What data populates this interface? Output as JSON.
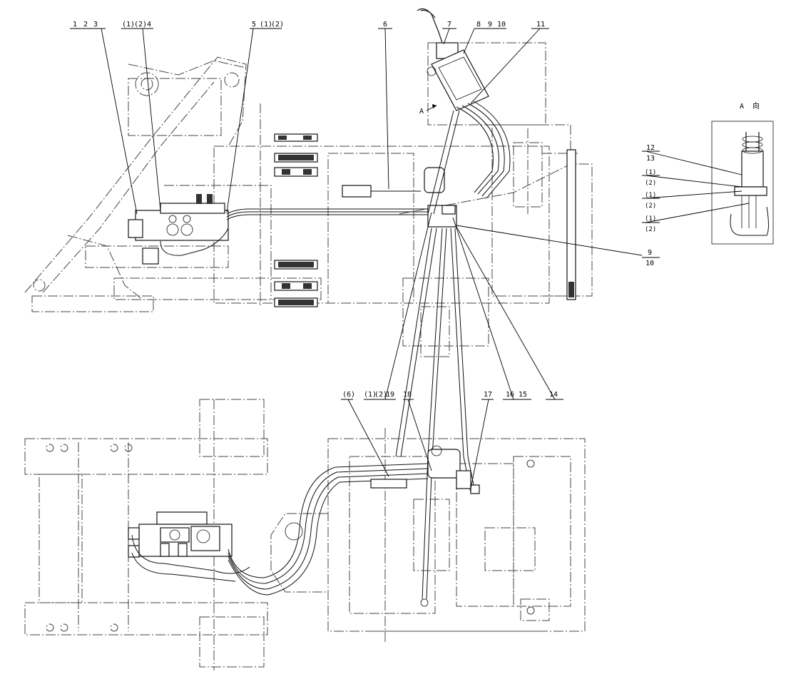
{
  "drawing": {
    "callouts_top": [
      {
        "id": "c-1",
        "text": "1"
      },
      {
        "id": "c-2",
        "text": "2"
      },
      {
        "id": "c-3",
        "text": "3"
      },
      {
        "id": "c-1p",
        "text": "(1)"
      },
      {
        "id": "c-2p",
        "text": "(2)"
      },
      {
        "id": "c-4",
        "text": "4"
      },
      {
        "id": "c-5",
        "text": "5"
      },
      {
        "id": "c-1p-b",
        "text": "(1)"
      },
      {
        "id": "c-2p-b",
        "text": "(2)"
      },
      {
        "id": "c-6",
        "text": "6"
      },
      {
        "id": "c-7",
        "text": "7"
      },
      {
        "id": "c-8",
        "text": "8"
      },
      {
        "id": "c-9",
        "text": "9"
      },
      {
        "id": "c-10",
        "text": "10"
      },
      {
        "id": "c-11",
        "text": "11"
      }
    ],
    "view_a_title": {
      "letter": "A",
      "arrow": "向"
    },
    "view_a_callouts": [
      "12",
      "13",
      "(1)",
      "(2)",
      "(1)",
      "(2)",
      "(1)",
      "(2)"
    ],
    "right_callout": {
      "top": "9",
      "bottom": "10"
    },
    "view_marker": "A",
    "callouts_mid": [
      {
        "id": "m-6p",
        "text": "(6)"
      },
      {
        "id": "m-1p",
        "text": "(1)"
      },
      {
        "id": "m-2p",
        "text": "(2)"
      },
      {
        "id": "m-19",
        "text": "19"
      },
      {
        "id": "m-18",
        "text": "18"
      },
      {
        "id": "m-17",
        "text": "17"
      },
      {
        "id": "m-16",
        "text": "16"
      },
      {
        "id": "m-15",
        "text": "15"
      },
      {
        "id": "m-14",
        "text": "14"
      }
    ]
  }
}
